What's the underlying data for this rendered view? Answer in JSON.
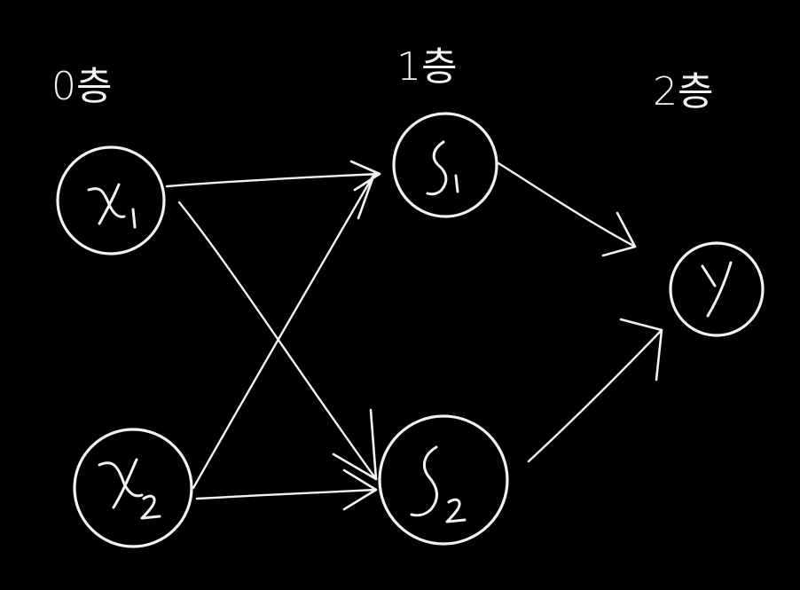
{
  "diagram": {
    "layers": [
      {
        "id": "layer-0",
        "label": "0층"
      },
      {
        "id": "layer-1",
        "label": "1층"
      },
      {
        "id": "layer-2",
        "label": "2층"
      }
    ],
    "nodes": [
      {
        "id": "x1",
        "main": "x",
        "sub": "1",
        "layer": 0
      },
      {
        "id": "x2",
        "main": "x",
        "sub": "2",
        "layer": 0
      },
      {
        "id": "s1",
        "main": "s",
        "sub": "1",
        "layer": 1
      },
      {
        "id": "s2",
        "main": "s",
        "sub": "2",
        "layer": 1
      },
      {
        "id": "y",
        "main": "y",
        "sub": "",
        "layer": 2
      }
    ],
    "edges": [
      {
        "from": "x1",
        "to": "s1"
      },
      {
        "from": "x1",
        "to": "s2"
      },
      {
        "from": "x2",
        "to": "s1"
      },
      {
        "from": "x2",
        "to": "s2"
      },
      {
        "from": "s1",
        "to": "y"
      },
      {
        "from": "s2",
        "to": "y"
      }
    ],
    "colors": {
      "background": "#000000",
      "ink": "#f2f2f2"
    }
  }
}
